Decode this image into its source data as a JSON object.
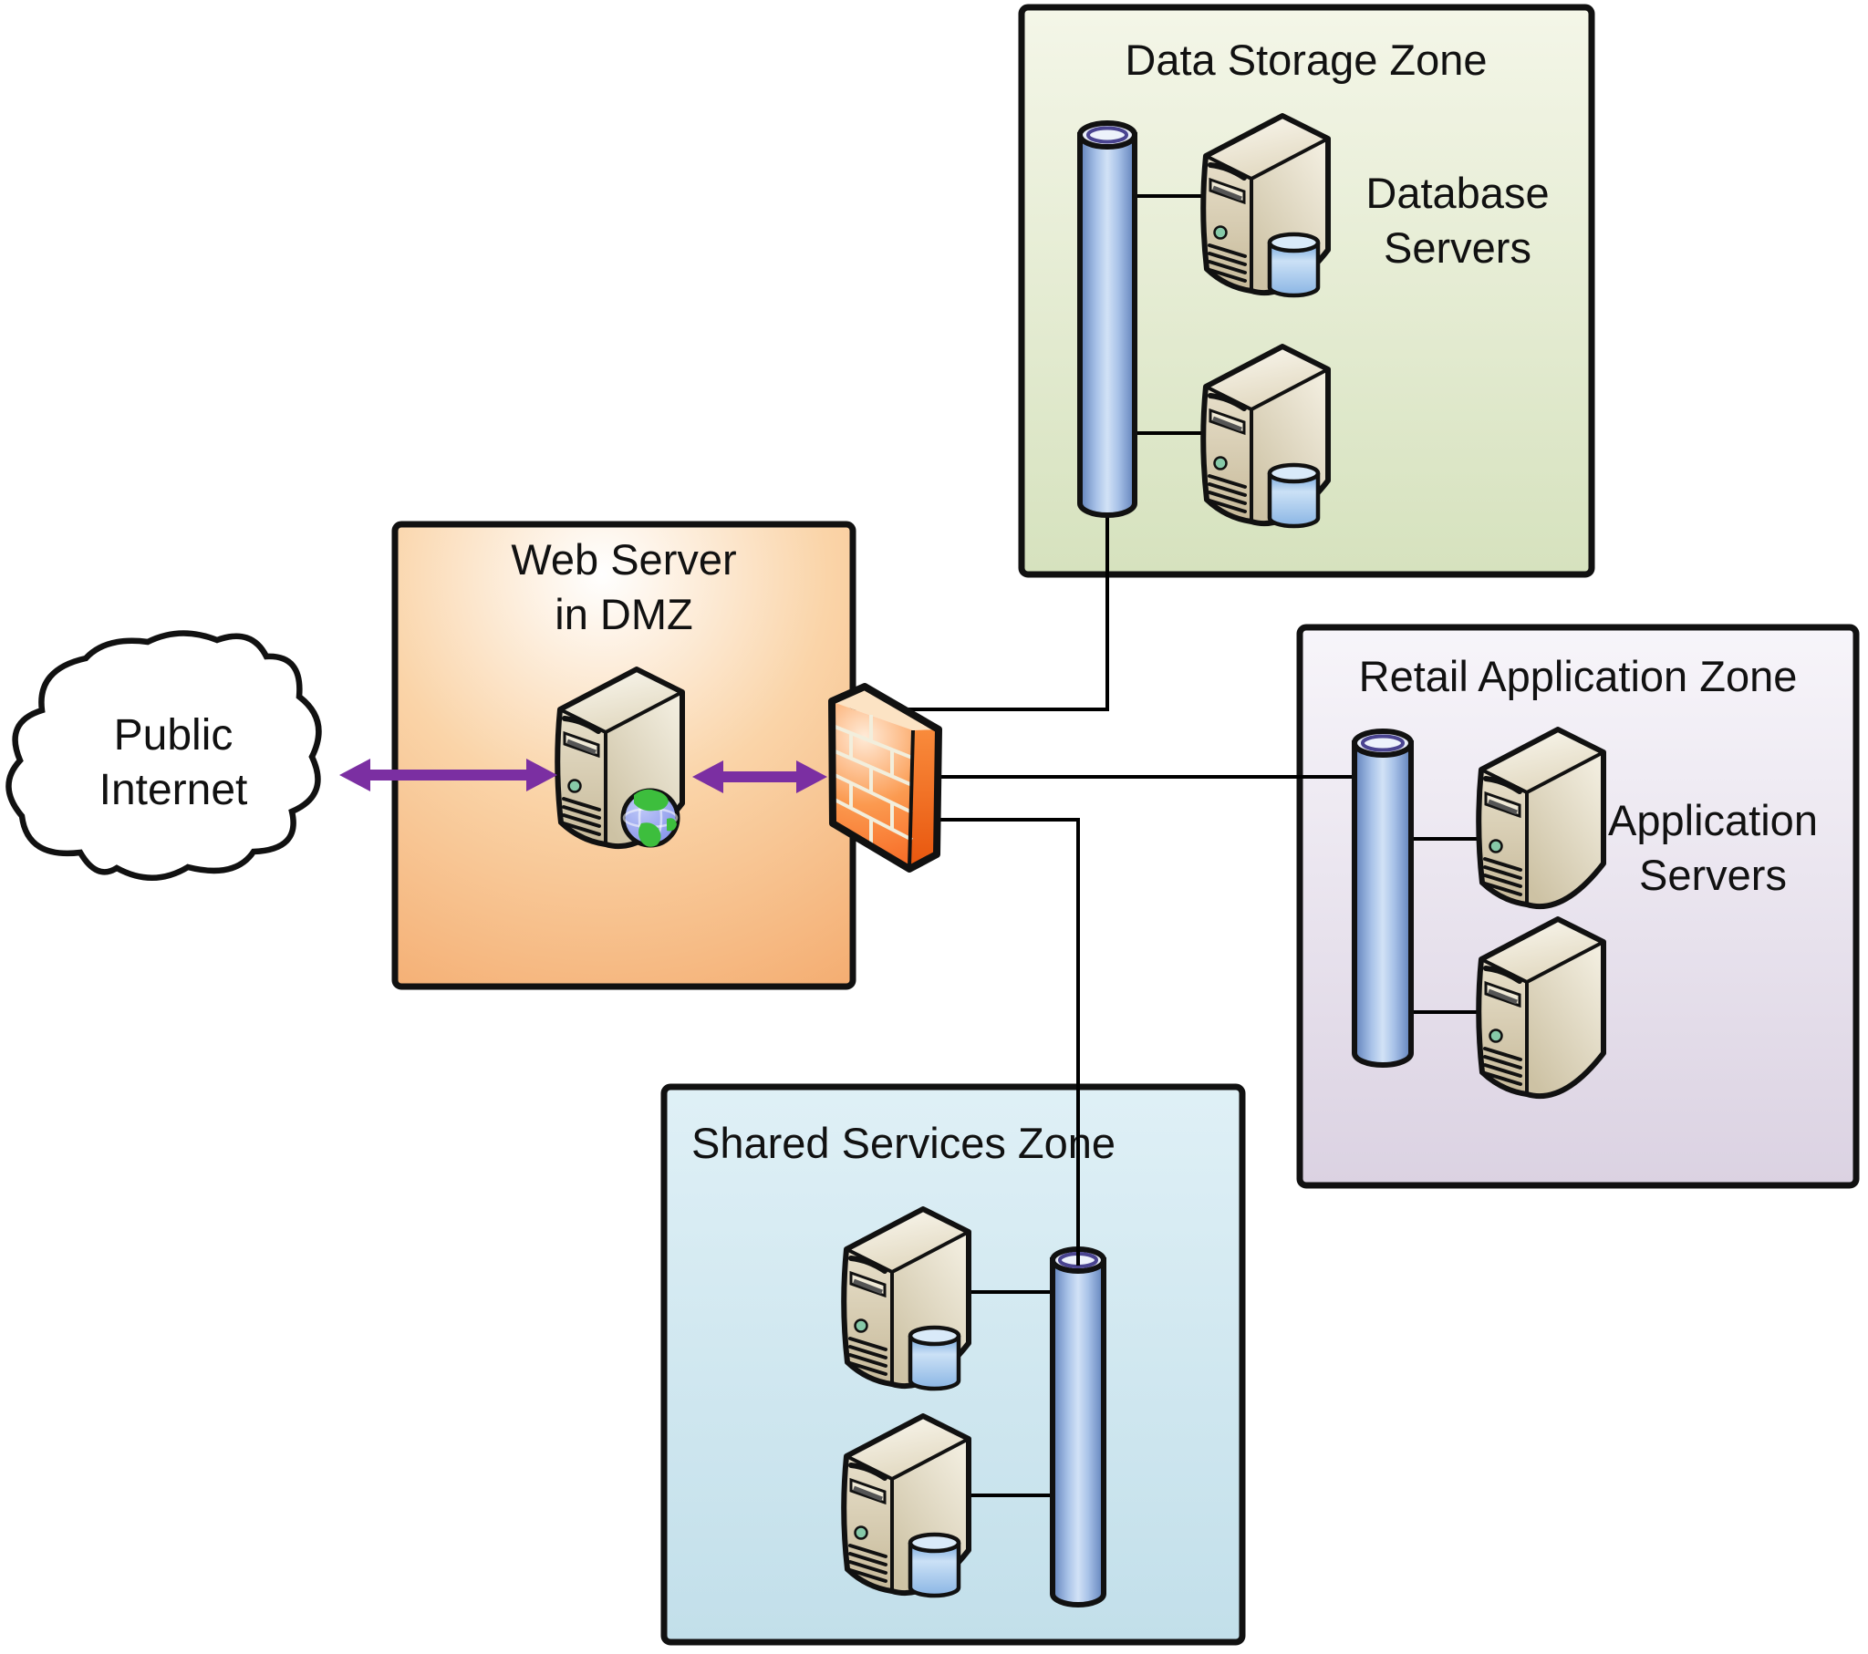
{
  "diagram": {
    "cloud": {
      "line1": "Public",
      "line2": "Internet"
    },
    "zones": {
      "dmz": {
        "title_line1": "Web Server",
        "title_line2": "in DMZ"
      },
      "data_storage": {
        "title": "Data Storage Zone",
        "label_line1": "Database",
        "label_line2": "Servers"
      },
      "retail": {
        "title": "Retail Application Zone",
        "label_line1": "Application",
        "label_line2": "Servers"
      },
      "shared": {
        "title": "Shared Services Zone"
      }
    },
    "colors": {
      "arrow": "#7B2FA2",
      "firewall_orange": "#F7611C",
      "dmz_fill": "#F2A05F",
      "data_storage_fill": "#D6E2BE",
      "retail_fill": "#DBD2E2",
      "shared_fill": "#C2DFEA",
      "bus_blue": "#5F80BA",
      "connector": "#000000"
    }
  }
}
